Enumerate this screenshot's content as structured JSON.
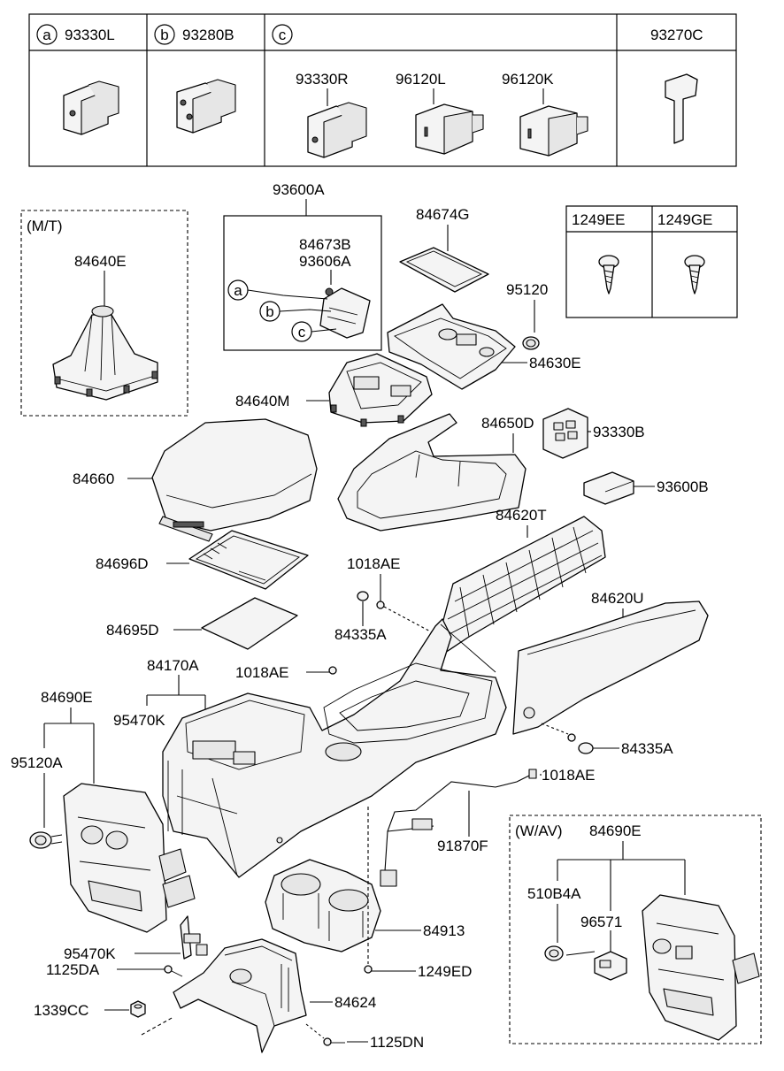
{
  "header_table": {
    "col_a": {
      "marker": "a",
      "code": "93330L"
    },
    "col_b": {
      "marker": "b",
      "code": "93280B"
    },
    "col_c": {
      "marker": "c",
      "items": [
        "93330R",
        "96120L",
        "96120K"
      ]
    },
    "col_d": {
      "code": "93270C"
    }
  },
  "screws_table": {
    "left": "1249EE",
    "right": "1249GE"
  },
  "mt_box": {
    "title": "(M/T)",
    "part": "84640E"
  },
  "wav_box": {
    "title": "(W/AV)",
    "part_top": "84690E",
    "part_a": "510B4A",
    "part_b": "96571"
  },
  "callout_markers": [
    "a",
    "b",
    "c"
  ],
  "labels": {
    "p93600A": "93600A",
    "p84673B": "84673B",
    "p93606A": "93606A",
    "p84674G": "84674G",
    "p95120": "95120",
    "p84630E": "84630E",
    "p84640M": "84640M",
    "p84650D": "84650D",
    "p93330B": "93330B",
    "p84660": "84660",
    "p93600B": "93600B",
    "p84620T": "84620T",
    "p84696D": "84696D",
    "p1018AE_1": "1018AE",
    "p84695D": "84695D",
    "p84335A_1": "84335A",
    "p84620U": "84620U",
    "p84170A": "84170A",
    "p1018AE_2": "1018AE",
    "p84690E": "84690E",
    "p95470K_1": "95470K",
    "p95120A": "95120A",
    "p84335A_2": "84335A",
    "p1018AE_3": "1018AE",
    "p91870F": "91870F",
    "p84913": "84913",
    "p95470K_2": "95470K",
    "p1125DA": "1125DA",
    "p1249ED": "1249ED",
    "p1339CC": "1339CC",
    "p84624": "84624",
    "p1125DN": "1125DN"
  }
}
